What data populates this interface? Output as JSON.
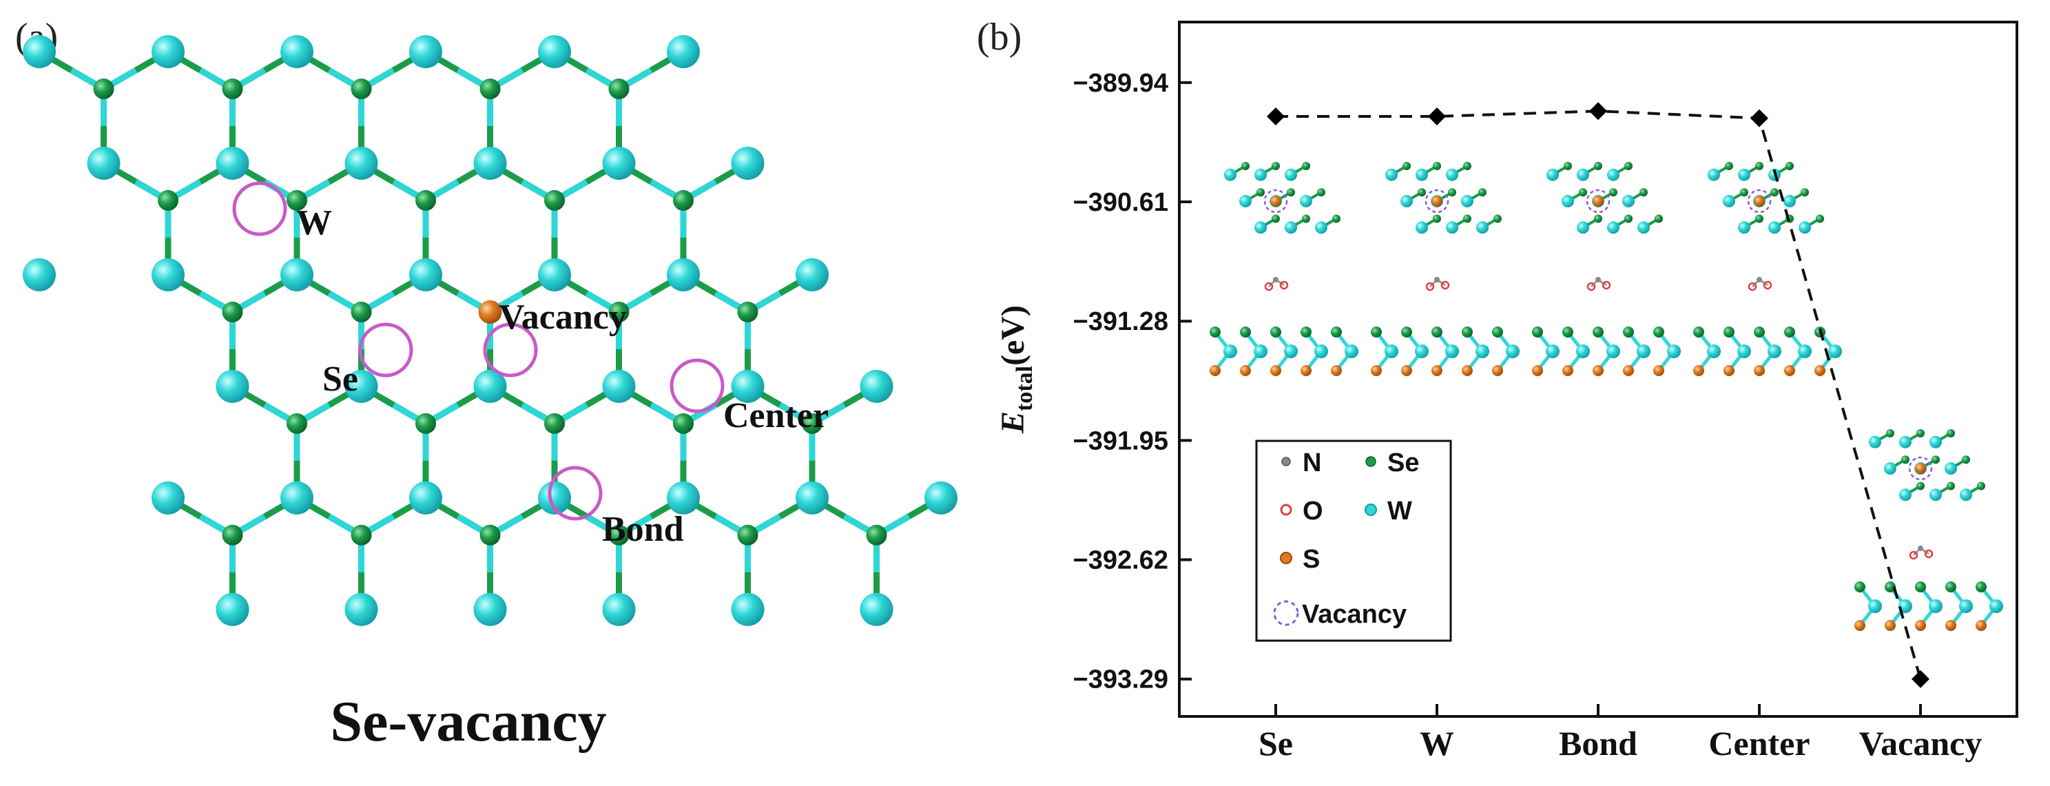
{
  "panel_a": {
    "label": "(a)",
    "title": "Se-vacancy",
    "sites": {
      "w": "W",
      "se": "Se",
      "vacancy": "Vacancy",
      "center": "Center",
      "bond": "Bond"
    }
  },
  "panel_b": {
    "label": "(b)",
    "legend": {
      "n": "N",
      "se": "Se",
      "o": "O",
      "w": "W",
      "s": "S",
      "vacancy": "Vacancy"
    }
  },
  "colors": {
    "w_atom": "#2fd6d6",
    "se_atom": "#1c9c4a",
    "s_atom": "#e07a1f",
    "marker_circle": "#c85ac8",
    "n_atom": "#888888",
    "o_atom": "#e04040"
  },
  "chart_data": {
    "type": "line",
    "categories": [
      "Se",
      "W",
      "Bond",
      "Center",
      "Vacancy"
    ],
    "values": [
      -390.13,
      -390.13,
      -390.1,
      -390.14,
      -393.29
    ],
    "ylabel_main": "E",
    "ylabel_sub": "total",
    "ylabel_unit": "(eV)",
    "ylim": [
      -393.5,
      -389.6
    ],
    "y_ticks": [
      -389.94,
      -390.61,
      -391.28,
      -391.95,
      -392.62,
      -393.29
    ],
    "y_tick_labels": [
      "−389.94",
      "−390.61",
      "−391.28",
      "−391.95",
      "−392.62",
      "−393.29"
    ],
    "line_style": "dashed",
    "marker": "diamond",
    "legend_position": "bottom-left",
    "grid": false
  }
}
